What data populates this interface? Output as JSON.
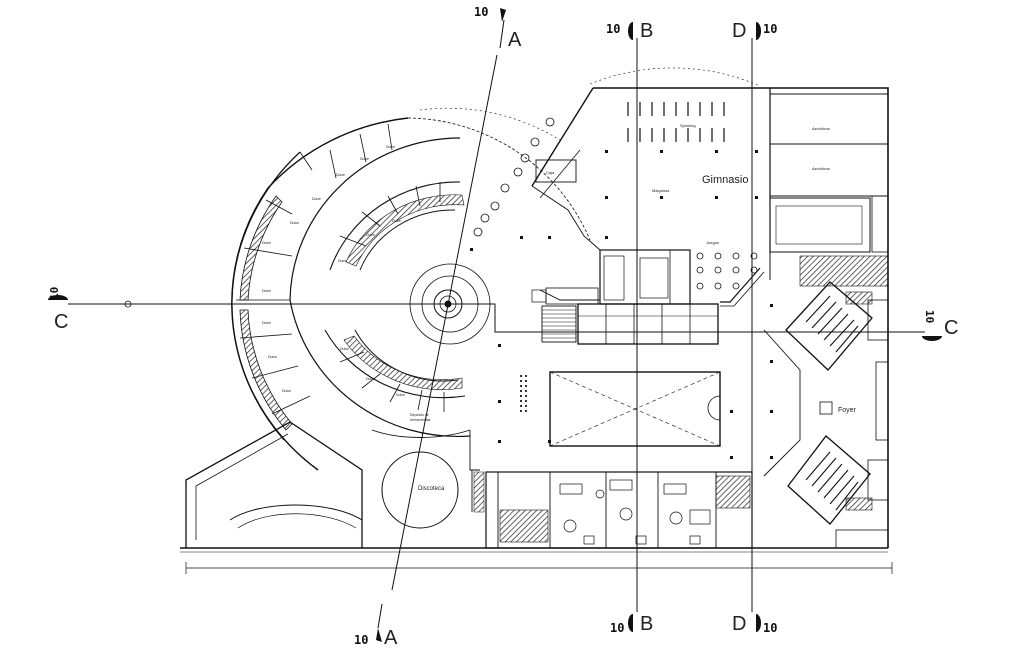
{
  "section_markers": {
    "a_top": {
      "num": "10",
      "letter": "A"
    },
    "a_bottom": {
      "num": "10",
      "letter": "A"
    },
    "b_top": {
      "num": "10",
      "letter": "B"
    },
    "b_bottom": {
      "num": "10",
      "letter": "B"
    },
    "c_left": {
      "num": "10",
      "letter": "C"
    },
    "c_right": {
      "num": "10",
      "letter": "C"
    },
    "d_top": {
      "num": "10",
      "letter": "D"
    },
    "d_bottom": {
      "num": "10",
      "letter": "D"
    }
  },
  "rooms": {
    "gimnasio": "Gimnasio",
    "foyer": "Foyer",
    "spinning": "Spinning",
    "maquinas": "Máquinas",
    "juegos": "Juegos",
    "aerobicos_1": "Aeróbicos",
    "aerobicos_2": "Aeróbicos",
    "discoteca": "Discoteca",
    "caja": "Caja"
  },
  "colors": {
    "line": "#111111",
    "thin": "#444444",
    "hatch": "#333333",
    "background": "#ffffff"
  }
}
